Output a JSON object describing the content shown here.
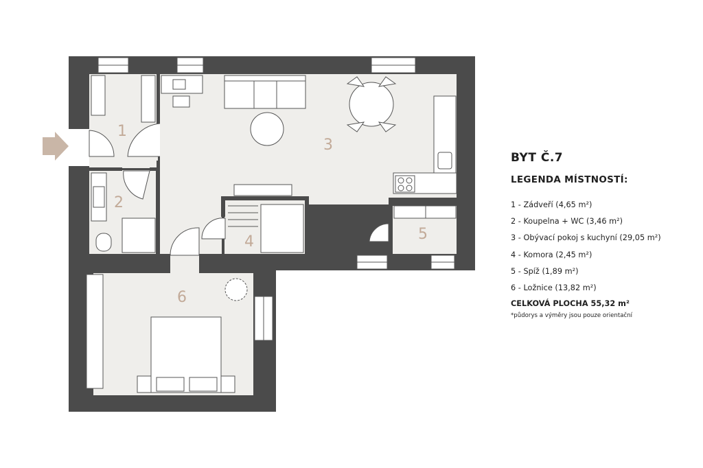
{
  "colors": {
    "wall": "#4b4b4b",
    "floor": "#efeeeb",
    "entry_arrow": "#c9b6a7",
    "room_number": "#c2aa98",
    "furniture_stroke": "#555555",
    "text": "#1f1f1f"
  },
  "plan": {
    "entrance_icon": "arrow-right-icon",
    "rooms": [
      {
        "number": "1"
      },
      {
        "number": "2"
      },
      {
        "number": "3"
      },
      {
        "number": "4"
      },
      {
        "number": "5"
      },
      {
        "number": "6"
      }
    ]
  },
  "legend": {
    "title": "BYT Č.7",
    "heading": "LEGENDA MÍSTNOSTÍ:",
    "items": [
      {
        "label": "1 - Zádveří (4,65 m²)"
      },
      {
        "label": "2 - Koupelna + WC (3,46 m²)"
      },
      {
        "label": "3 - Obývací pokoj s kuchyní  (29,05 m²)"
      },
      {
        "label": "4 - Komora (2,45 m²)"
      },
      {
        "label": "5 - Spíž (1,89 m²)"
      },
      {
        "label": "6 - Ložnice (13,82 m²)"
      }
    ],
    "total": "CELKOVÁ PLOCHA 55,32 m²",
    "note": "*půdorys a výměry jsou pouze orientační"
  }
}
